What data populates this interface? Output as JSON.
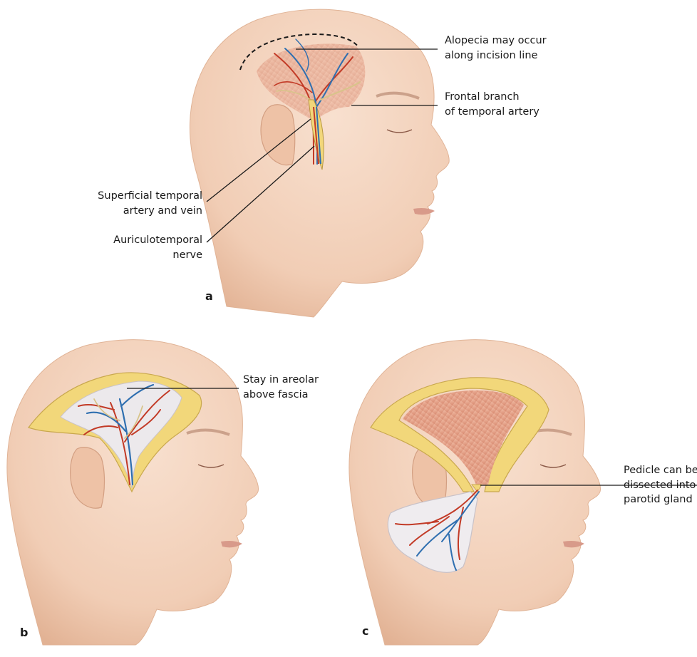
{
  "panels": {
    "a": {
      "letter": "a",
      "labels": {
        "alopecia": [
          "Alopecia may occur",
          "along incision line"
        ],
        "frontal_branch": [
          "Frontal branch",
          "of temporal artery"
        ],
        "superficial_temporal": [
          "Superficial temporal",
          "artery and vein"
        ],
        "auriculotemporal": [
          "Auriculotemporal",
          "nerve"
        ]
      }
    },
    "b": {
      "letter": "b",
      "labels": {
        "stay_areolar": [
          "Stay in areolar",
          "above fascia"
        ]
      }
    },
    "c": {
      "letter": "c",
      "labels": {
        "pedicle": [
          "Pedicle can be",
          "dissected into",
          "parotid gland"
        ]
      }
    }
  },
  "colors": {
    "skin": "#f3d3bd",
    "skin_shade": "#e4b79c",
    "artery": "#c23a26",
    "vein": "#2f6fb0",
    "nerve": "#d8c48a",
    "fat": "#f2d77a",
    "fascia": "#e9e6ea",
    "muscle": "#e7a98f",
    "leader": "#1a1a1a"
  },
  "icons": [
    "head-illustration",
    "incision",
    "flap"
  ]
}
